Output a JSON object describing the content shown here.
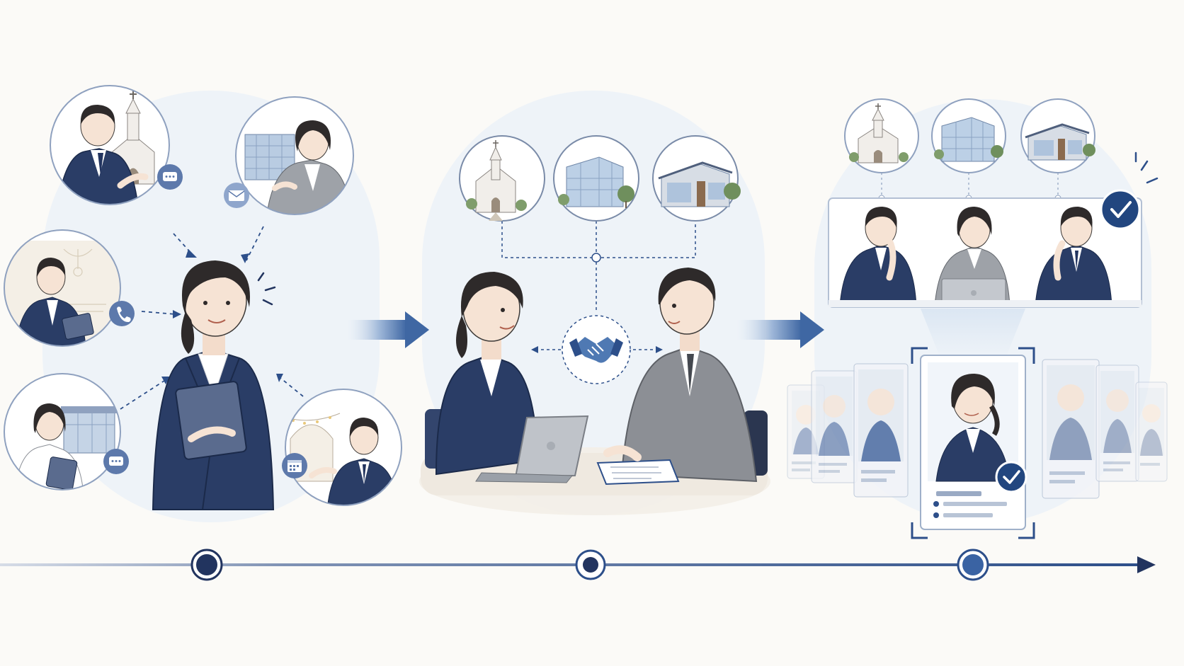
{
  "stages": [
    {
      "id": "outreach",
      "contact_icons": [
        "chat-bubble-icon",
        "envelope-icon",
        "phone-icon",
        "chat-bubble-icon",
        "calendar-icon"
      ],
      "venues": [
        "church",
        "office-building",
        "banquet-hall",
        "modern-building",
        "garden-tent"
      ]
    },
    {
      "id": "matching",
      "venues": [
        "church",
        "glass-office",
        "modern-building"
      ],
      "center_icon": "handshake-icon"
    },
    {
      "id": "selection",
      "venues": [
        "church",
        "glass-office",
        "modern-building"
      ],
      "panel_people": 3,
      "candidate_cards": 7,
      "selected_card": 4,
      "badge_icon": "check-icon"
    }
  ],
  "timeline": {
    "milestones": 3,
    "arrow_icon": "arrow-right-icon"
  },
  "colors": {
    "navy": "#22345f",
    "accent": "#2d4f8a",
    "arrow": "#4f79b3",
    "pale": "#e9f0f8",
    "border": "#8fa1bf",
    "grey_suit": "#8c8f95"
  }
}
